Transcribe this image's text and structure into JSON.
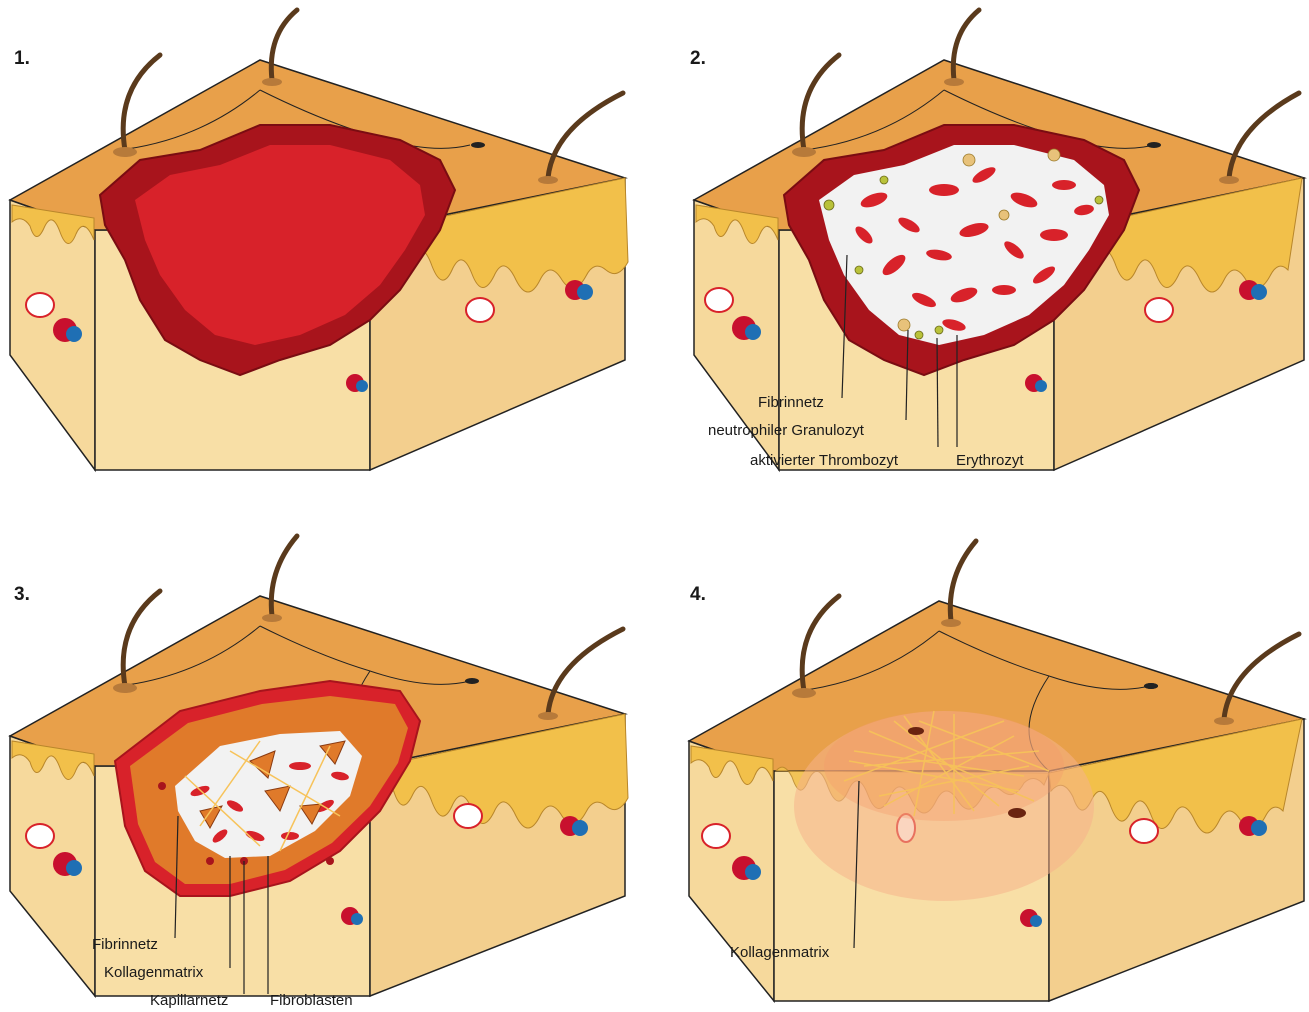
{
  "panels": [
    {
      "number": "1.",
      "labels": []
    },
    {
      "number": "2.",
      "labels": [
        "Fibrinnetz",
        "neutrophiler Granulozyt",
        "aktivierter Thrombozyt",
        "Erythrozyt"
      ]
    },
    {
      "number": "3.",
      "labels": [
        "Fibrinnetz",
        "Kollagenmatrix",
        "Kapillarnetz",
        "Fibroblasten"
      ]
    },
    {
      "number": "4.",
      "labels": [
        "Kollagenmatrix"
      ]
    }
  ],
  "colors": {
    "top_surface": "#e8a04a",
    "front_side": "#f8dfa6",
    "right_side": "#f3cf8e",
    "epidermis_bumps": "#f2c04a",
    "wound_red": "#d8222a",
    "wound_dark": "#a8141c",
    "fibrin_white": "#f2f2f2",
    "granulation_orange": "#e07a2a",
    "scar_glow": "#f6b38a",
    "collagen_fibers": "#f7c35a",
    "hair": "#5a3a1c",
    "vessel_red": "#c8102e",
    "vessel_blue": "#1f6fb4"
  }
}
